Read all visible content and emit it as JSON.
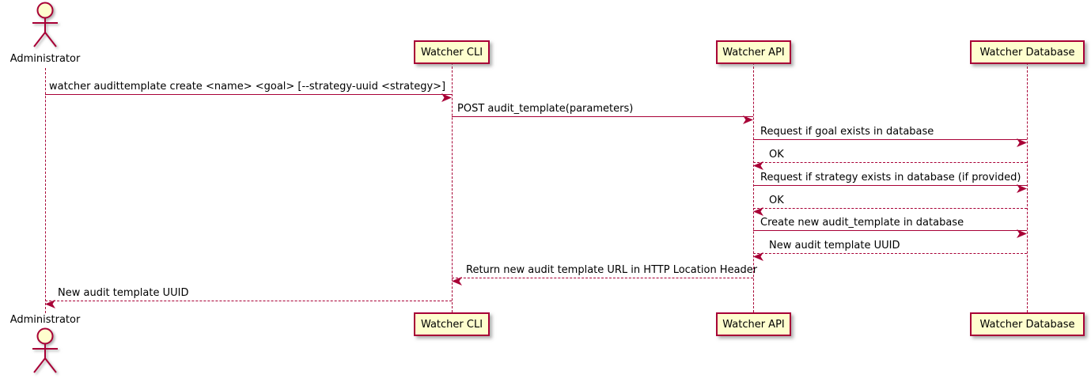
{
  "diagram": {
    "type": "sequence-diagram",
    "actor": {
      "label": "Administrator"
    },
    "participants": [
      {
        "label": "Watcher CLI"
      },
      {
        "label": "Watcher API"
      },
      {
        "label": "Watcher Database"
      }
    ],
    "messages": [
      {
        "from": "Administrator",
        "to": "Watcher CLI",
        "style": "solid",
        "text": "watcher audittemplate create <name> <goal> [--strategy-uuid <strategy>]"
      },
      {
        "from": "Watcher CLI",
        "to": "Watcher API",
        "style": "solid",
        "text": "POST audit_template(parameters)"
      },
      {
        "from": "Watcher API",
        "to": "Watcher Database",
        "style": "solid",
        "text": "Request if goal exists in database"
      },
      {
        "from": "Watcher Database",
        "to": "Watcher API",
        "style": "dashed",
        "text": "OK"
      },
      {
        "from": "Watcher API",
        "to": "Watcher Database",
        "style": "solid",
        "text": "Request if strategy exists in database (if provided)"
      },
      {
        "from": "Watcher Database",
        "to": "Watcher API",
        "style": "dashed",
        "text": "OK"
      },
      {
        "from": "Watcher API",
        "to": "Watcher Database",
        "style": "solid",
        "text": "Create new audit_template in database"
      },
      {
        "from": "Watcher Database",
        "to": "Watcher API",
        "style": "dashed",
        "text": "New audit template UUID"
      },
      {
        "from": "Watcher API",
        "to": "Watcher CLI",
        "style": "dashed",
        "text": "Return new audit template URL in HTTP Location Header"
      },
      {
        "from": "Watcher CLI",
        "to": "Administrator",
        "style": "dashed",
        "text": "New audit template UUID"
      }
    ],
    "colors": {
      "accent": "#A80036",
      "participant_fill": "#FEFECE",
      "text": "#000000"
    }
  }
}
